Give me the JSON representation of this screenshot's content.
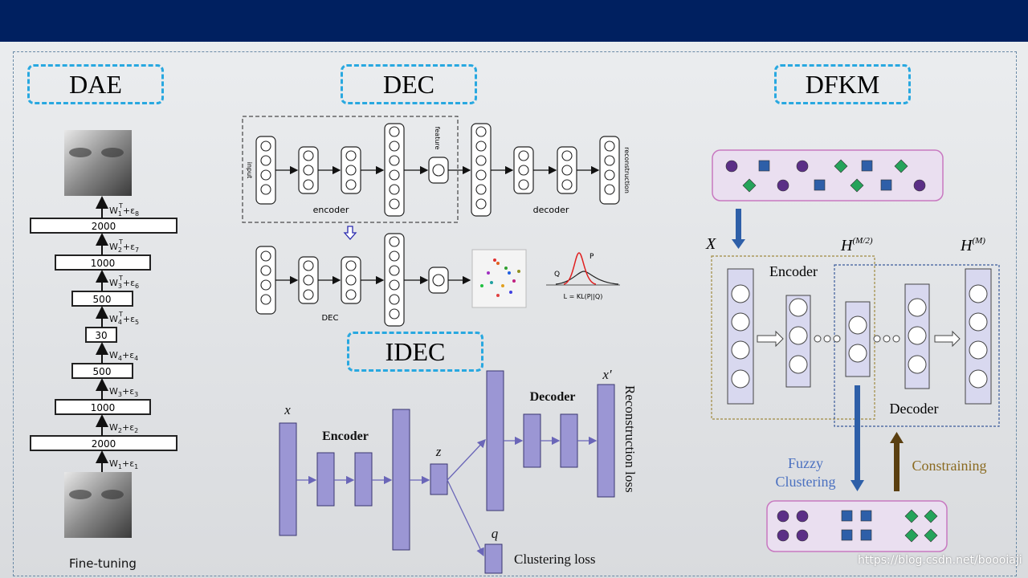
{
  "sections": {
    "dae": "DAE",
    "dec": "DEC",
    "idec": "IDEC",
    "dfkm": "DFKM"
  },
  "dae": {
    "layers": [
      "2000",
      "1000",
      "500",
      "30",
      "500",
      "1000",
      "2000"
    ],
    "weights": [
      {
        "w": "W",
        "sub": "1",
        "sup": "T",
        "eps": "+ε",
        "esub": "8"
      },
      {
        "w": "W",
        "sub": "2",
        "sup": "T",
        "eps": "+ε",
        "esub": "7"
      },
      {
        "w": "W",
        "sub": "3",
        "sup": "T",
        "eps": "+ε",
        "esub": "6"
      },
      {
        "w": "W",
        "sub": "4",
        "sup": "T",
        "eps": "+ε",
        "esub": "5"
      },
      {
        "w": "W",
        "sub": "4",
        "sup": "",
        "eps": "+ε",
        "esub": "4"
      },
      {
        "w": "W",
        "sub": "3",
        "sup": "",
        "eps": "+ε",
        "esub": "3"
      },
      {
        "w": "W",
        "sub": "2",
        "sup": "",
        "eps": "+ε",
        "esub": "2"
      },
      {
        "w": "W",
        "sub": "1",
        "sup": "",
        "eps": "+ε",
        "esub": "1"
      }
    ],
    "caption": "Fine-tuning"
  },
  "dec": {
    "input": "input",
    "feature": "feature",
    "reconstruction": "reconstruction",
    "encoder": "encoder",
    "decoder": "decoder",
    "dec_label": "DEC",
    "q": "Q",
    "p": "P",
    "loss": "L = KL(P||Q)"
  },
  "idec": {
    "x": "x",
    "encoder": "Encoder",
    "z": "z",
    "decoder": "Decoder",
    "xprime": "x′",
    "reconstruction_loss": "Reconstruction loss",
    "q": "q",
    "clustering_loss": "Clustering loss"
  },
  "dfkm": {
    "X": "X",
    "H_half": "H",
    "H_half_sup": "(M/2)",
    "H_full": "H",
    "H_full_sup": "(M)",
    "encoder": "Encoder",
    "decoder": "Decoder",
    "fuzzy": "Fuzzy",
    "clustering": "Clustering",
    "constraining": "Constraining"
  },
  "colors": {
    "header": "#002060",
    "title_border": "#28a8e0",
    "idec_fill": "#9b96d4",
    "dfkm_layer": "#d8d8ef",
    "purple": "#5b2f86",
    "blue": "#2e5fa8",
    "green": "#25a35a"
  },
  "watermark": "https://blog.csdn.net/boooiaji"
}
